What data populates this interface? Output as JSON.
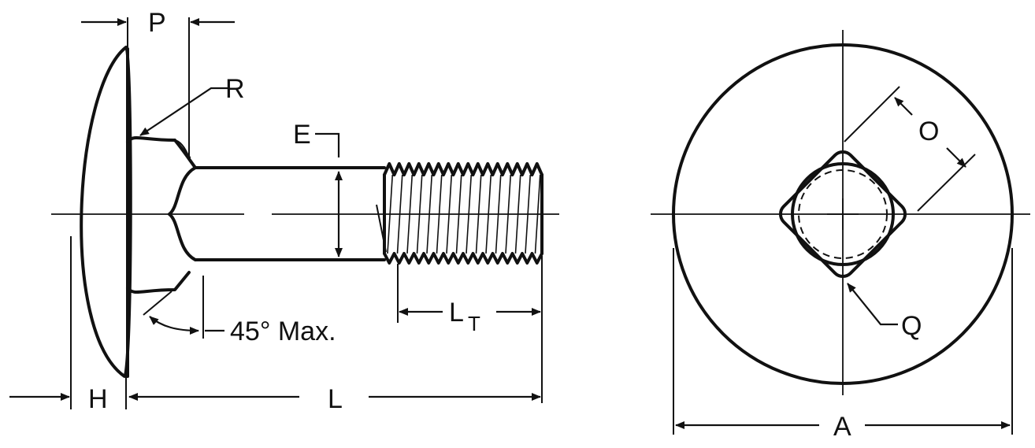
{
  "labels": {
    "P": "P",
    "R": "R",
    "E": "E",
    "L_T_main": "L",
    "L_T_sub": "T",
    "angle": "45° Max.",
    "H": "H",
    "L": "L",
    "O": "O",
    "Q": "Q",
    "A": "A"
  },
  "colors": {
    "line": "#111111",
    "background": "#ffffff"
  }
}
